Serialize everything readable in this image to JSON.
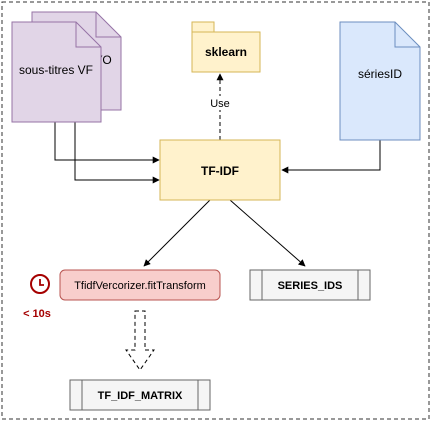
{
  "nodes": {
    "file_vo_label": "VO",
    "file_vf_label": "sous-titres VF",
    "file_series_label": "sériesID",
    "package_label": "sklearn",
    "process_label": "TF-IDF",
    "method_label": "TfidfVercorizer.fitTransform",
    "timer_label": "< 10s",
    "output_ids_label": "SERIES_IDS",
    "output_matrix_label": "TF_IDF_MATRIX"
  },
  "edges": {
    "use_label": "Use"
  },
  "icons": {
    "timer": "clock-icon"
  },
  "colors": {
    "file_purple_fill": "#e1d5e7",
    "file_purple_stroke": "#9673a6",
    "file_blue_fill": "#dae8fc",
    "file_blue_stroke": "#6c8ebf",
    "package_fill": "#fff2cc",
    "package_stroke": "#d6b656",
    "method_fill": "#f8cecc",
    "method_stroke": "#b85450",
    "timer_red": "#a50000",
    "output_fill": "#f5f5f5",
    "output_stroke": "#666666",
    "frame_stroke": "#333333"
  }
}
